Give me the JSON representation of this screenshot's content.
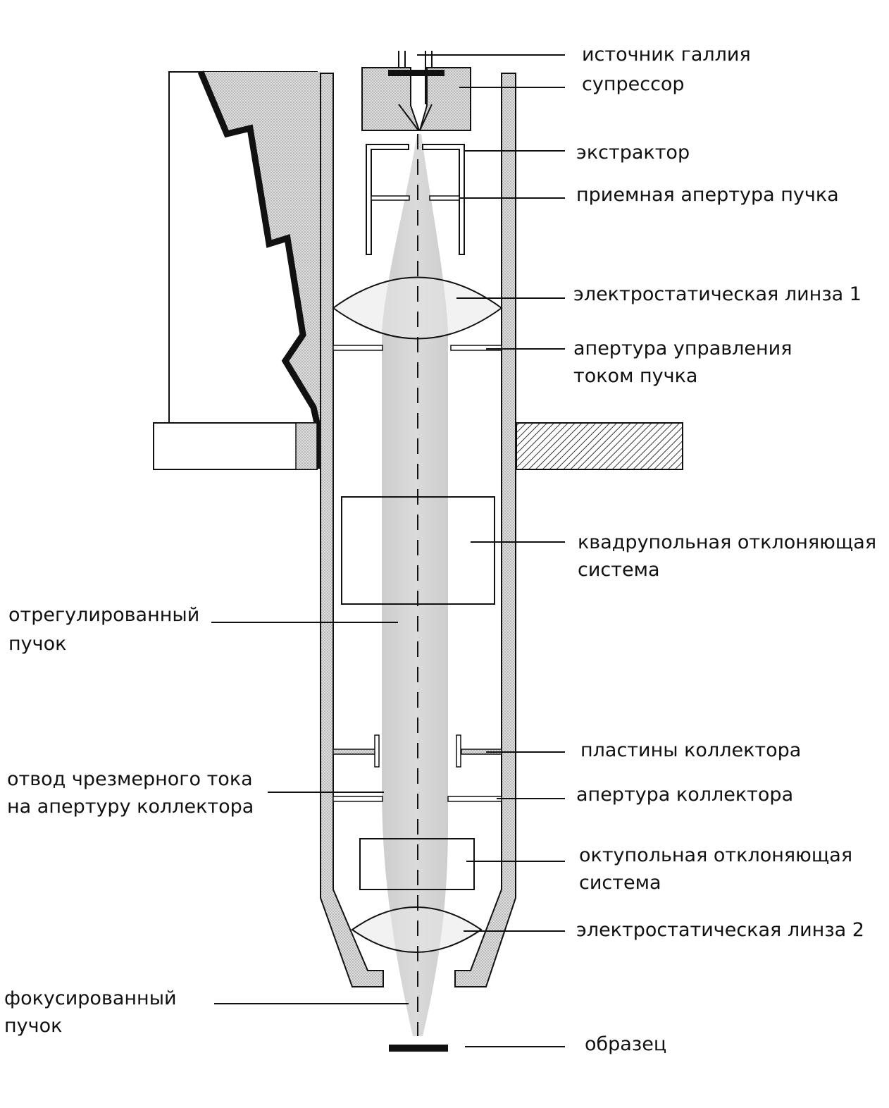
{
  "labels": {
    "gallium_source": "источник галлия",
    "suppressor": "супрессор",
    "extractor": "экстрактор",
    "beam_aperture": "приемная апертура пучка",
    "lens1": "электростатическая линза 1",
    "current_aperture_line1": "апертура управления",
    "current_aperture_line2": "током пучка",
    "quadrupole_line1": "квадрупольная отклоняющая",
    "quadrupole_line2": "система",
    "adjusted_beam_line1": "отрегулированный",
    "adjusted_beam_line2": "пучок",
    "collector_plates": "пластины коллектора",
    "excess_current_line1": "отвод чрезмерного тока",
    "excess_current_line2": "на апертуру коллектора",
    "collector_aperture": "апертура коллектора",
    "octupole_line1": "октупольная отклоняющая",
    "octupole_line2": "система",
    "lens2": "электростатическая линза 2",
    "focused_beam_line1": "фокусированный",
    "focused_beam_line2": "пучок",
    "sample": "образец"
  },
  "colors": {
    "line": "#111111",
    "stipple_light": "#d9d9d9",
    "stipple_dark": "#a8a8a8",
    "beam": "#cfcfcf",
    "background": "#ffffff"
  }
}
